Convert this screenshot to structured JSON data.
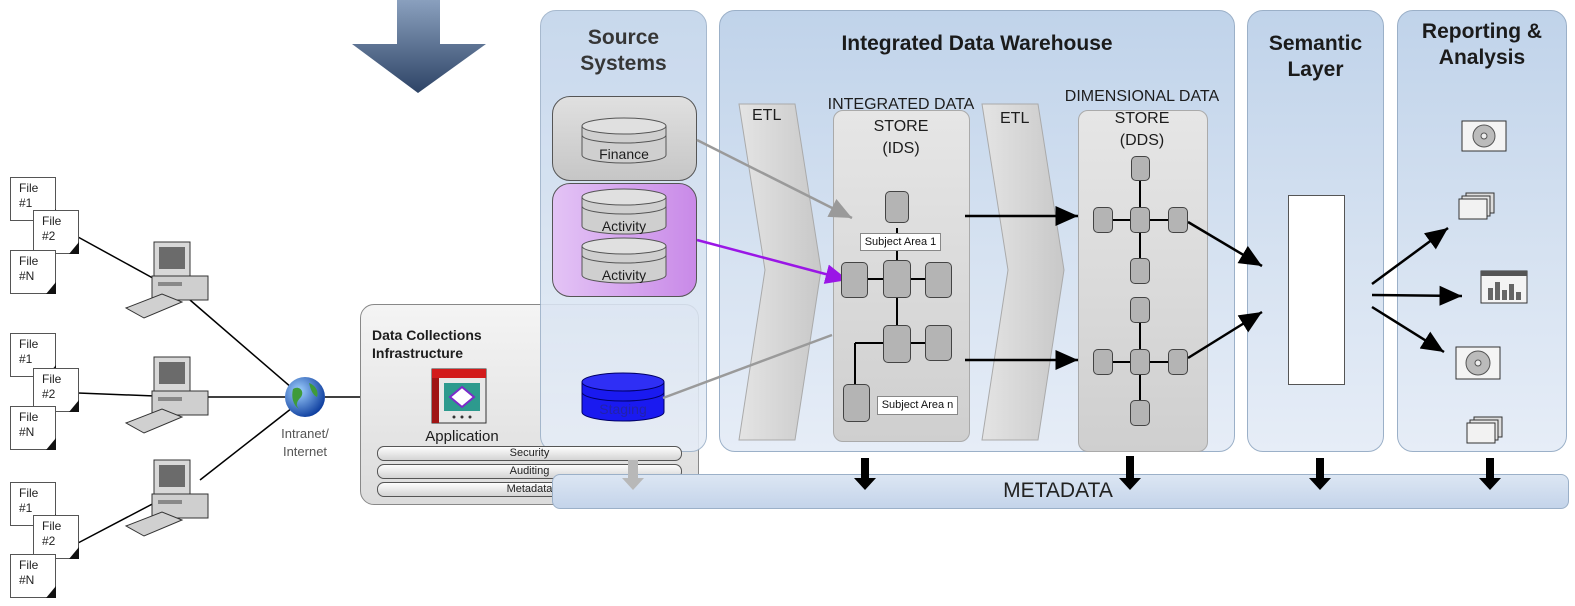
{
  "files": {
    "f1": "File\n#1",
    "f2": "File\n#2",
    "fn": "File\n#N"
  },
  "network": {
    "label": "Intranet/\nInternet"
  },
  "collections": {
    "title": "Data Collections\nInfrastructure",
    "application": "Application",
    "staging": "Staging",
    "strips": [
      "Security",
      "Auditing",
      "Metadata"
    ]
  },
  "source_systems": {
    "title": "Source\nSystems",
    "finance": "Finance",
    "activity1": "Activity",
    "activity2": "Activity"
  },
  "warehouse": {
    "title": "Integrated Data Warehouse",
    "etl1": "ETL",
    "etl2": "ETL",
    "ids_title": "INTEGRATED DATA\nSTORE\n(IDS)",
    "dds_title": "DIMENSIONAL DATA\nSTORE\n(DDS)",
    "subject_area_1": "Subject Area 1",
    "subject_area_n": "Subject Area n"
  },
  "semantic": {
    "title": "Semantic\nLayer"
  },
  "reporting": {
    "title": "Reporting &\nAnalysis"
  },
  "metadata": {
    "label": "METADATA"
  },
  "colors": {
    "panel": "#c9d9ee",
    "activity": "#d9a8ef",
    "staging": "#1a1af0",
    "arrow_dark": "#3d5475",
    "purple_line": "#9a16e6"
  }
}
